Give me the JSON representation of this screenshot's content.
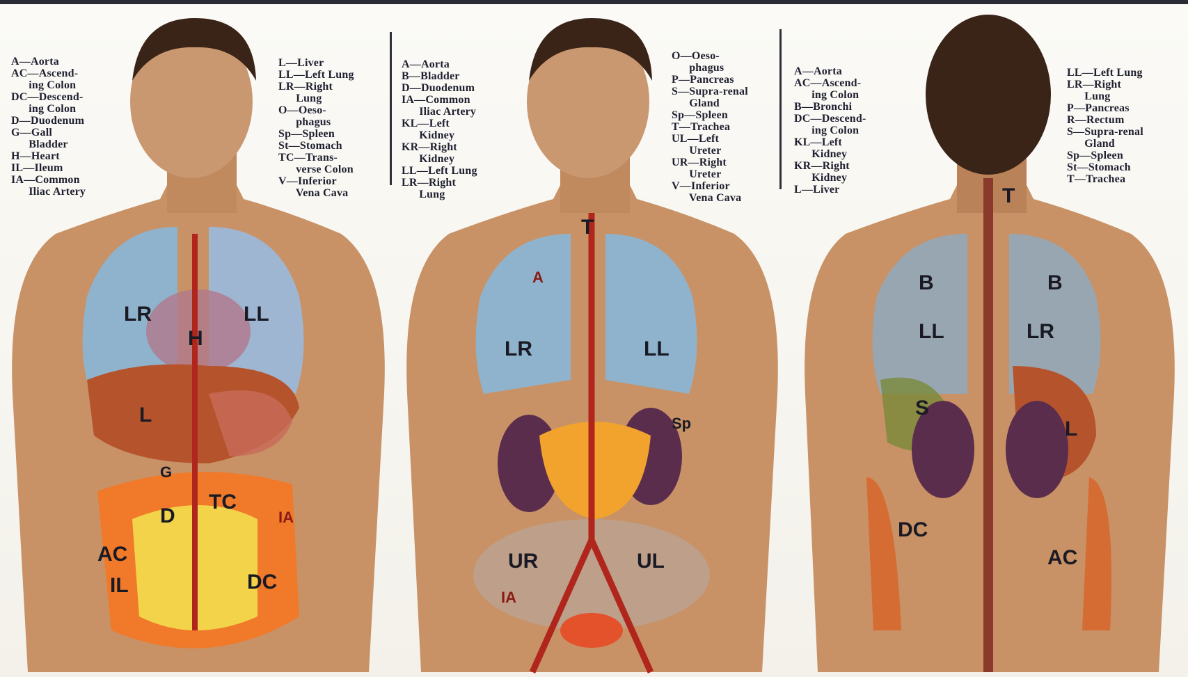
{
  "panels": [
    {
      "view": "front-organs",
      "legend_left": [
        "A—Aorta",
        "AC—Ascend-",
        "      ing Colon",
        "DC—Descend-",
        "      ing Colon",
        "D—Duodenum",
        "G—Gall",
        "      Bladder",
        "H—Heart",
        "IL—Ileum",
        "IA—Common",
        "      Iliac Artery"
      ],
      "legend_right": [
        "L—Liver",
        "LL—Left Lung",
        "LR—Right",
        "      Lung",
        "O—Oeso-",
        "      phagus",
        "Sp—Spleen",
        "St—Stomach",
        "TC—Trans-",
        "      verse Colon",
        "V—Inferior",
        "      Vena Cava"
      ],
      "labels": [
        "LR",
        "LL",
        "H",
        "L",
        "G",
        "D",
        "TC",
        "AC",
        "IL",
        "DC",
        "IA"
      ]
    },
    {
      "view": "front-vessels",
      "legend_left": [
        "A—Aorta",
        "B—Bladder",
        "D—Duodenum",
        "IA—Common",
        "      Iliac Artery",
        "KL—Left",
        "      Kidney",
        "KR—Right",
        "      Kidney",
        "LL—Left Lung",
        "LR—Right",
        "      Lung"
      ],
      "legend_right": [
        "O—Oeso-",
        "      phagus",
        "P—Pancreas",
        "S—Supra-renal",
        "      Gland",
        "Sp—Spleen",
        "T—Trachea",
        "UL—Left",
        "      Ureter",
        "UR—Right",
        "      Ureter",
        "V—Inferior",
        "      Vena Cava"
      ],
      "labels": [
        "T",
        "A",
        "LR",
        "LL",
        "Sp",
        "UR",
        "UL",
        "IA"
      ]
    },
    {
      "view": "back",
      "legend_left": [
        "A—Aorta",
        "AC—Ascend-",
        "      ing Colon",
        "B—Bronchi",
        "DC—Descend-",
        "      ing Colon",
        "KL—Left",
        "      Kidney",
        "KR—Right",
        "      Kidney",
        "L—Liver"
      ],
      "legend_right": [
        "LL—Left Lung",
        "LR—Right",
        "      Lung",
        "P—Pancreas",
        "R—Rectum",
        "S—Supra-renal",
        "      Gland",
        "Sp—Spleen",
        "St—Stomach",
        "T—Trachea"
      ],
      "labels": [
        "T",
        "B",
        "B",
        "LL",
        "LR",
        "S",
        "L",
        "DC",
        "AC"
      ]
    }
  ],
  "colors": {
    "skin": "#c89266",
    "lung": "#8fb3cc",
    "liver": "#b5542c",
    "intestine": "#f07a2a",
    "small_intestine": "#f2d34a",
    "kidney": "#5b2d4c",
    "artery": "#b0261c"
  }
}
